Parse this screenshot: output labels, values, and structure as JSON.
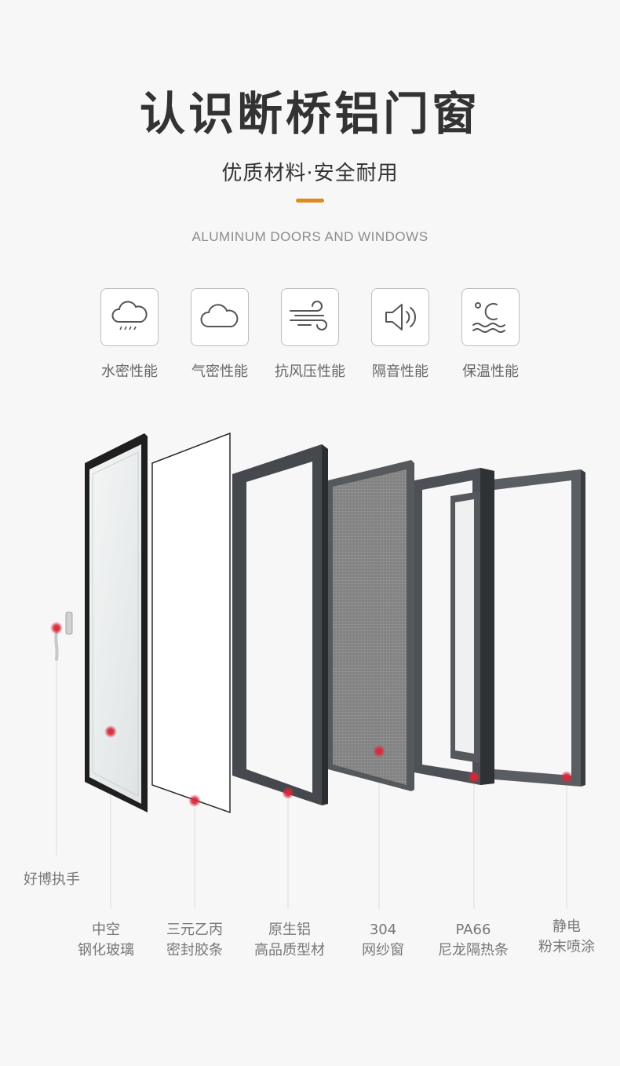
{
  "header": {
    "title": "认识断桥铝门窗",
    "subtitle": "优质材料·安全耐用",
    "english_title": "ALUMINUM DOORS AND WINDOWS",
    "accent_color": "#e08a1e"
  },
  "features": [
    {
      "icon": "rain-cloud-icon",
      "label": "水密性能"
    },
    {
      "icon": "cloud-icon",
      "label": "气密性能"
    },
    {
      "icon": "wind-icon",
      "label": "抗风压性能"
    },
    {
      "icon": "speaker-icon",
      "label": "隔音性能"
    },
    {
      "icon": "temperature-icon",
      "label": "保温性能"
    }
  ],
  "components": {
    "handle": "好博执手",
    "parts": [
      {
        "line1": "中空",
        "line2": "钢化玻璃"
      },
      {
        "line1": "三元乙丙",
        "line2": "密封胶条"
      },
      {
        "line1": "原生铝",
        "line2": "高品质型材"
      },
      {
        "line1": "304",
        "line2": "网纱窗"
      },
      {
        "line1": "PA66",
        "line2": "尼龙隔热条"
      },
      {
        "line1": "静电",
        "line2": "粉末喷涂"
      }
    ],
    "marker_color": "#d8283a"
  }
}
